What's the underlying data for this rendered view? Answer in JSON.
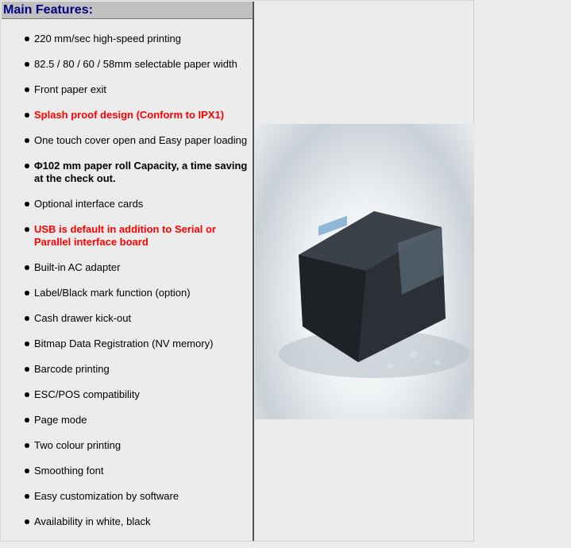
{
  "header": {
    "title": "Main Features:"
  },
  "features": [
    {
      "text": "220 mm/sec high-speed printing",
      "style": "normal"
    },
    {
      "text": "82.5 / 80 / 60 / 58mm selectable paper width",
      "style": "normal"
    },
    {
      "text": "Front paper exit",
      "style": "normal"
    },
    {
      "text": "Splash proof design (Conform to IPX1)",
      "style": "red"
    },
    {
      "text": "One touch cover open and Easy paper loading",
      "style": "normal"
    },
    {
      "text": "Φ102 mm paper roll Capacity, a time saving at the check out.",
      "style": "bold"
    },
    {
      "text": "Optional interface cards",
      "style": "normal"
    },
    {
      "text": "USB is default in addition to Serial or Parallel interface board",
      "style": "red"
    },
    {
      "text": "Built-in AC adapter",
      "style": "normal"
    },
    {
      "text": "Label/Black mark function (option)",
      "style": "normal"
    },
    {
      "text": "Cash drawer kick-out",
      "style": "normal"
    },
    {
      "text": "Bitmap Data Registration (NV memory)",
      "style": "normal"
    },
    {
      "text": "Barcode printing",
      "style": "normal"
    },
    {
      "text": "ESC/POS compatibility",
      "style": "normal"
    },
    {
      "text": "Page mode",
      "style": "normal"
    },
    {
      "text": "Two colour printing",
      "style": "normal"
    },
    {
      "text": "Smoothing font",
      "style": "normal"
    },
    {
      "text": "Easy customization by software",
      "style": "normal"
    },
    {
      "text": "Availability in white, black",
      "style": "normal"
    }
  ]
}
